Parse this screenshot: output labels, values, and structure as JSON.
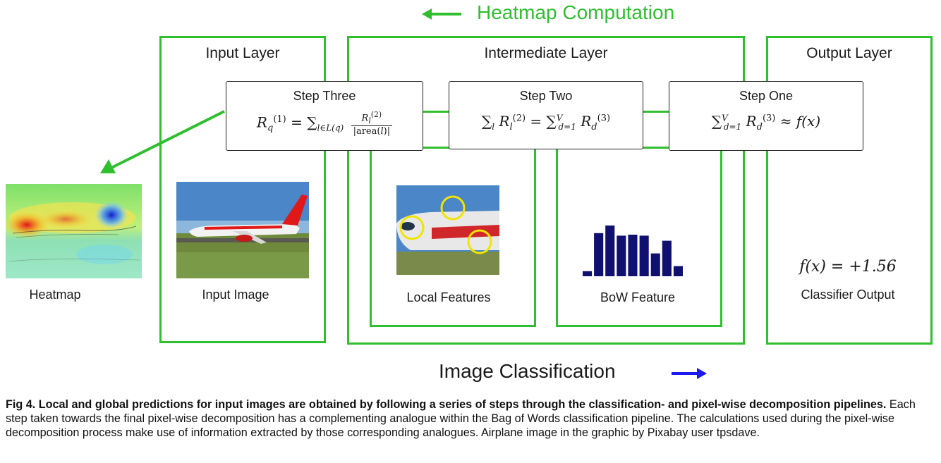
{
  "header": {
    "top_label": "Heatmap Computation",
    "bottom_label": "Image Classification"
  },
  "layers": {
    "input": "Input Layer",
    "intermediate": "Intermediate Layer",
    "output": "Output Layer"
  },
  "steps": {
    "three": {
      "title": "Step Three",
      "formula_lhs": "R",
      "formula_text": "= ∑",
      "formula_sub": "l∈L(q)"
    },
    "two": {
      "title": "Step Two",
      "formula_text": "∑l Rl(2) = ∑d=1V Rd(3)"
    },
    "one": {
      "title": "Step One",
      "formula_text": "∑d=1V Rd(3) ≈ f(x)"
    }
  },
  "labels": {
    "heatmap": "Heatmap",
    "input_image": "Input Image",
    "local_features": "Local Features",
    "bow_feature": "BoW Feature",
    "classifier_output": "Classifier Output",
    "output_value": "f(x) = +1.56"
  },
  "bow_histogram": {
    "values": [
      0.1,
      0.85,
      1.0,
      0.8,
      0.82,
      0.8,
      0.45,
      0.7,
      0.2
    ]
  },
  "caption": {
    "bold": "Fig 4. Local and global predictions for input images are obtained by following a series of steps through the classification- and pixel-wise decomposition pipelines.",
    "text": " Each step taken towards the final pixel-wise decomposition has a complementing analogue within the Bag of Words classification pipeline. The calculations used during the pixel-wise decomposition process make use of information extracted by those corresponding analogues. Airplane image in the graphic by Pixabay user tpsdave."
  },
  "colors": {
    "green": "#2fbf2f",
    "blue": "#1a1aee",
    "navy": "#101070"
  }
}
